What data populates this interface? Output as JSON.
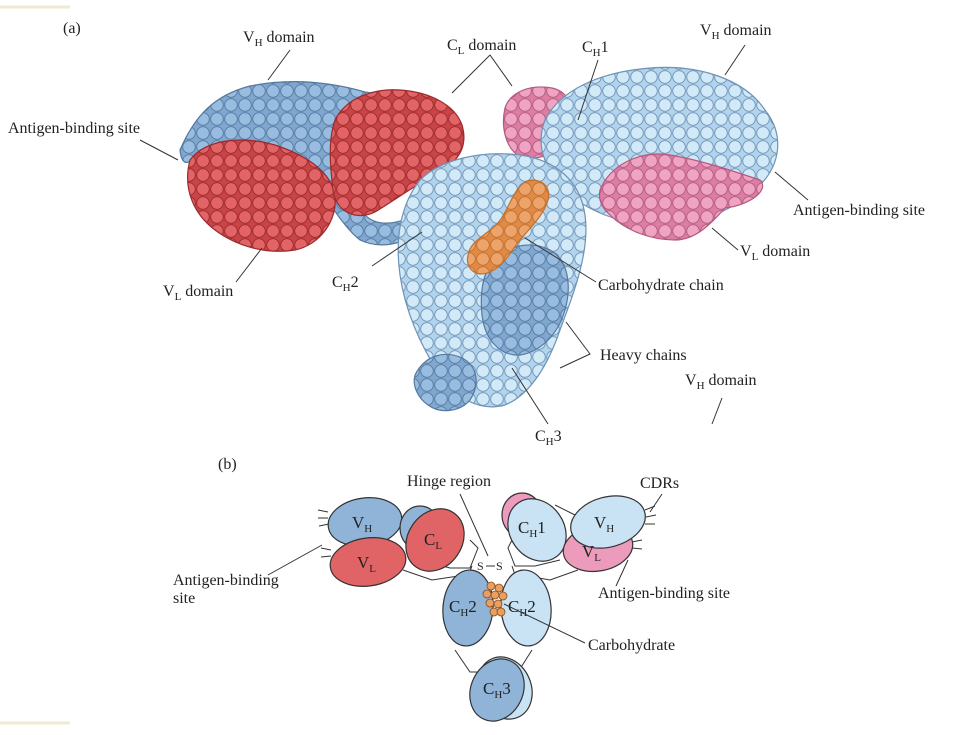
{
  "panel_a": {
    "label": "(a)",
    "vh_left": {
      "main": "V",
      "sub": "H",
      "rest": " domain"
    },
    "cl": {
      "main": "C",
      "sub": "L",
      "rest": " domain"
    },
    "ch1": {
      "main": "C",
      "sub": "H",
      "rest": "1"
    },
    "vh_right": {
      "main": "V",
      "sub": "H",
      "rest": " domain"
    },
    "antigen_left": "Antigen-binding site",
    "antigen_right": "Antigen-binding site",
    "vl_right": {
      "main": "V",
      "sub": "L",
      "rest": " domain"
    },
    "vl_left": {
      "main": "V",
      "sub": "L",
      "rest": " domain"
    },
    "ch2": {
      "main": "C",
      "sub": "H",
      "rest": "2"
    },
    "carbohydrate_chain": "Carbohydrate chain",
    "heavy_chains": "Heavy chains",
    "vh_lower": {
      "main": "V",
      "sub": "H",
      "rest": " domain"
    },
    "ch3": {
      "main": "C",
      "sub": "H",
      "rest": "3"
    }
  },
  "panel_b": {
    "label": "(b)",
    "hinge": "Hinge region",
    "cdrs": "CDRs",
    "antigen_left_1": "Antigen-binding",
    "antigen_left_2": "site",
    "antigen_right": "Antigen-binding site",
    "carbohydrate": "Carbohydrate",
    "disulfide": "S",
    "domains": {
      "vh_left": {
        "main": "V",
        "sub": "H"
      },
      "vl_left": {
        "main": "V",
        "sub": "L"
      },
      "cl": {
        "main": "C",
        "sub": "L"
      },
      "ch1": {
        "main": "C",
        "sub": "H",
        "rest": "1"
      },
      "vh_right": {
        "main": "V",
        "sub": "H"
      },
      "vl_right": {
        "main": "V",
        "sub": "L"
      },
      "ch2_left": {
        "main": "C",
        "sub": "H",
        "rest": "2"
      },
      "ch2_right": {
        "main": "C",
        "sub": "H",
        "rest": "2"
      },
      "ch3": {
        "main": "C",
        "sub": "H",
        "rest": "3"
      }
    }
  },
  "colors": {
    "heavy_dark": "#8fb4d8",
    "heavy_light": "#c9e3f4",
    "light_red": "#e06466",
    "light_pink": "#ec9bbc",
    "carb": "#e8a061",
    "outline": "#4a6f92"
  }
}
